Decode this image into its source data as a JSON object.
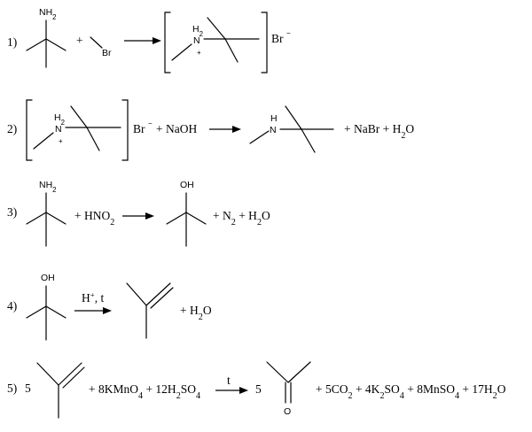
{
  "reactions": [
    {
      "number": "1)",
      "reactant_label": "NH2",
      "plus": "+",
      "reagent_label": "Br",
      "product_nh": "H2",
      "product_n": "N",
      "product_charge": "+",
      "counter_ion": "Br",
      "counter_charge": "−"
    },
    {
      "number": "2)",
      "reactant_nh": "H2",
      "reactant_n": "N",
      "reactant_charge": "+",
      "counter_ion": "Br",
      "counter_charge": "−",
      "reagent": "+ NaOH",
      "product_h": "H",
      "product_n": "N",
      "byproducts": "+ NaBr + H2O"
    },
    {
      "number": "3)",
      "reactant_label": "NH2",
      "reagent": "+ HNO2",
      "product_label": "OH",
      "byproducts": "+ N2 + H2O"
    },
    {
      "number": "4)",
      "reactant_label": "OH",
      "condition": "H+, t",
      "byproducts": "+ H2O"
    },
    {
      "number": "5)",
      "coefficient": "5",
      "reagents": "+ 8KMnO4 + 12H2SO4",
      "condition": "t",
      "product_coefficient": "5",
      "product_label": "O",
      "byproducts": "+ 5CO2 + 4K2SO4 + 8MnSO4 + 17H2O"
    }
  ]
}
